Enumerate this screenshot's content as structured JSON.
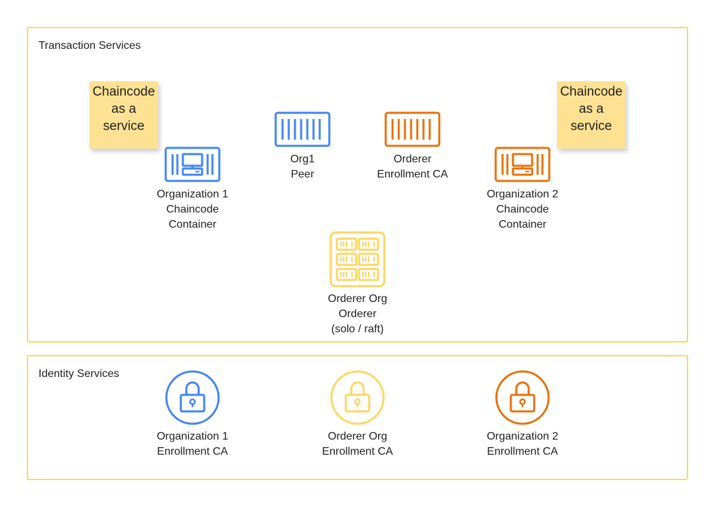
{
  "colors": {
    "blue": "#4285F4",
    "yellow": "#FDD663",
    "orange": "#E8710A",
    "sticky": "#FDE293"
  },
  "transaction": {
    "title": "Transaction Services",
    "sticky_left": {
      "line1": "Chaincode",
      "line2": "as a",
      "line3": "service"
    },
    "sticky_right": {
      "line1": "Chaincode",
      "line2": "as a",
      "line3": "service"
    },
    "org1_peer": {
      "line1": "Org1",
      "line2": "Peer",
      "icon": "container-icon"
    },
    "orderer_ca": {
      "line1": "Orderer",
      "line2": "Enrollment CA",
      "icon": "container-icon"
    },
    "org1_cc": {
      "line1": "Organization 1",
      "line2": "Chaincode",
      "line3": "Container",
      "icon": "computer-container-icon"
    },
    "org2_cc": {
      "line1": "Organization 2",
      "line2": "Chaincode",
      "line3": "Container",
      "icon": "computer-container-icon"
    },
    "orderer": {
      "line1": "Orderer Org",
      "line2": "Orderer",
      "line3": "(solo / raft)",
      "icon": "server-rack-icon"
    }
  },
  "identity": {
    "title": "Identity Services",
    "org1_ca": {
      "line1": "Organization 1",
      "line2": "Enrollment CA",
      "icon": "lock-icon"
    },
    "orderer_ca": {
      "line1": "Orderer Org",
      "line2": "Enrollment CA",
      "icon": "lock-icon"
    },
    "org2_ca": {
      "line1": "Organization 2",
      "line2": "Enrollment CA",
      "icon": "lock-icon"
    }
  }
}
